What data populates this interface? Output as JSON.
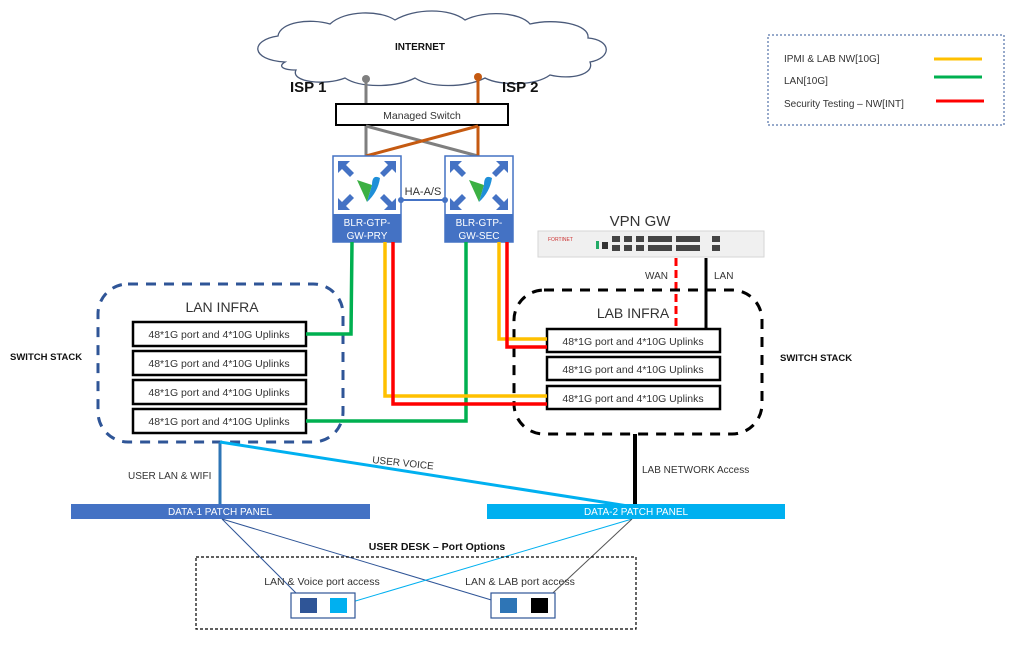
{
  "colors": {
    "ipmi": "#FFC000",
    "lan": "#00B050",
    "security": "#FF0000",
    "gateway_blue": "#4472C4",
    "patch1": "#4472C4",
    "patch2": "#00B0F0",
    "isp1": "#7F7F7F",
    "isp2": "#C55A11",
    "lan_infra_border": "#2F5597",
    "port_dark_blue": "#2F5597",
    "port_light_blue": "#00B0F0",
    "port_mid_blue": "#2E75B6",
    "port_black": "#000000"
  },
  "internet": {
    "label": "INTERNET"
  },
  "isp": {
    "isp1": "ISP 1",
    "isp2": "ISP 2"
  },
  "managed_switch": {
    "label": "Managed Switch"
  },
  "legend": {
    "items": [
      {
        "label": "IPMI & LAB NW[10G]",
        "color_key": "ipmi"
      },
      {
        "label": "LAN[10G]",
        "color_key": "lan"
      },
      {
        "label": "Security Testing – NW[INT]",
        "color_key": "security"
      }
    ]
  },
  "gateways": {
    "primary": {
      "line1": "BLR-GTP-",
      "line2": "GW-PRY"
    },
    "secondary": {
      "line1": "BLR-GTP-",
      "line2": "GW-SEC"
    },
    "ha_label": "HA-A/S"
  },
  "vpn": {
    "title": "VPN GW",
    "wan": "WAN",
    "lan": "LAN",
    "brand": "FORTINET"
  },
  "lan_infra": {
    "title": "LAN INFRA",
    "side_label": "SWITCH STACK",
    "switches": [
      "48*1G port and 4*10G Uplinks",
      "48*1G port and 4*10G Uplinks",
      "48*1G port and 4*10G Uplinks",
      "48*1G port and 4*10G Uplinks"
    ]
  },
  "lab_infra": {
    "title": "LAB INFRA",
    "side_label": "SWITCH STACK",
    "switches": [
      "48*1G port and 4*10G Uplinks",
      "48*1G port and 4*10G Uplinks",
      "48*1G port and 4*10G Uplinks"
    ]
  },
  "links": {
    "user_lan_wifi": "USER LAN & WIFI",
    "user_voice": "USER VOICE",
    "lab_network": "LAB NETWORK Access"
  },
  "patch_panels": {
    "data1": "DATA-1 PATCH PANEL",
    "data2": "DATA-2 PATCH PANEL"
  },
  "user_desk": {
    "title": "USER DESK – Port Options",
    "groups": [
      {
        "label": "LAN & Voice port access"
      },
      {
        "label": "LAN & LAB port access"
      }
    ]
  }
}
